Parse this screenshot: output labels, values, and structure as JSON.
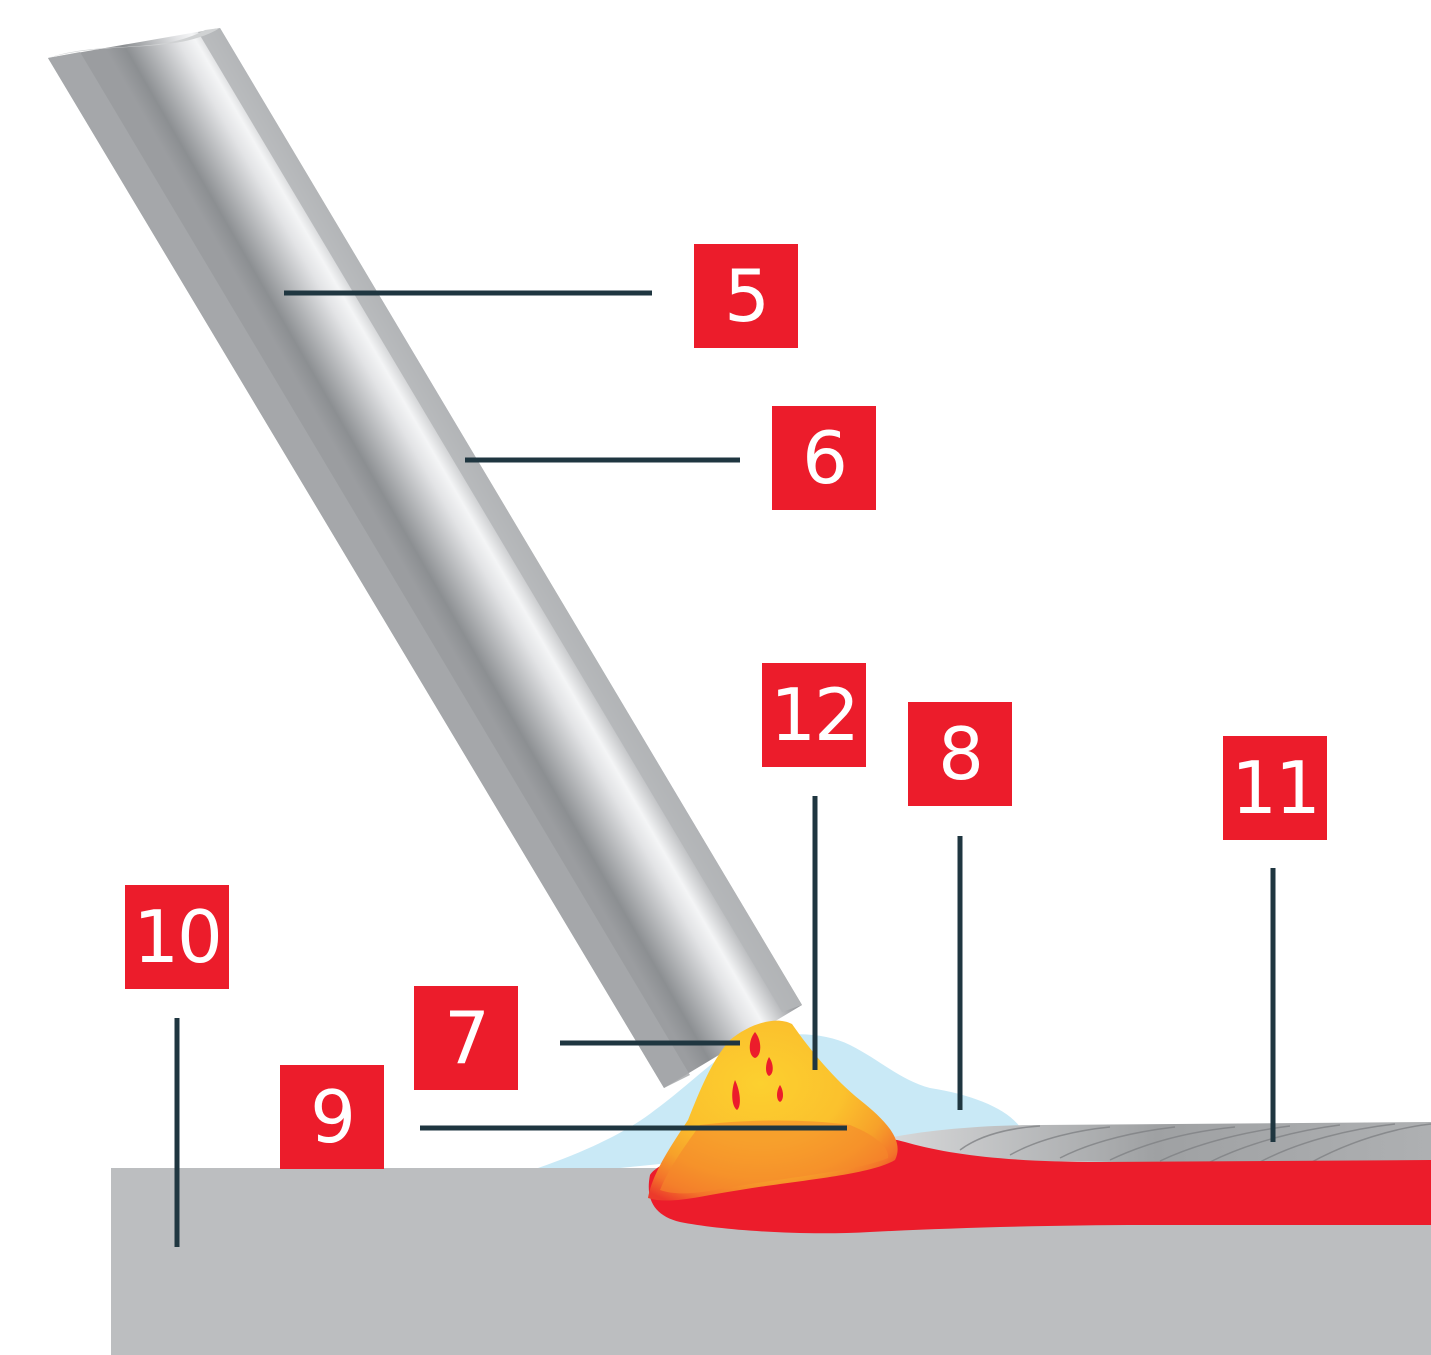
{
  "colors": {
    "badge": "#ec1c2b",
    "leader": "#1f3640",
    "base_metal": "#bcbec0",
    "weld_metal": "#ec1c2b",
    "weld_pool": "#fbcb2f",
    "shielding_gas": "#c9e9f6",
    "electrode_dark": "#8a8c8e",
    "electrode_light": "#e6e7e8"
  },
  "callouts": [
    {
      "id": "5",
      "label": "5"
    },
    {
      "id": "6",
      "label": "6"
    },
    {
      "id": "12",
      "label": "12"
    },
    {
      "id": "8",
      "label": "8"
    },
    {
      "id": "11",
      "label": "11"
    },
    {
      "id": "10",
      "label": "10"
    },
    {
      "id": "7",
      "label": "7"
    },
    {
      "id": "9",
      "label": "9"
    }
  ]
}
